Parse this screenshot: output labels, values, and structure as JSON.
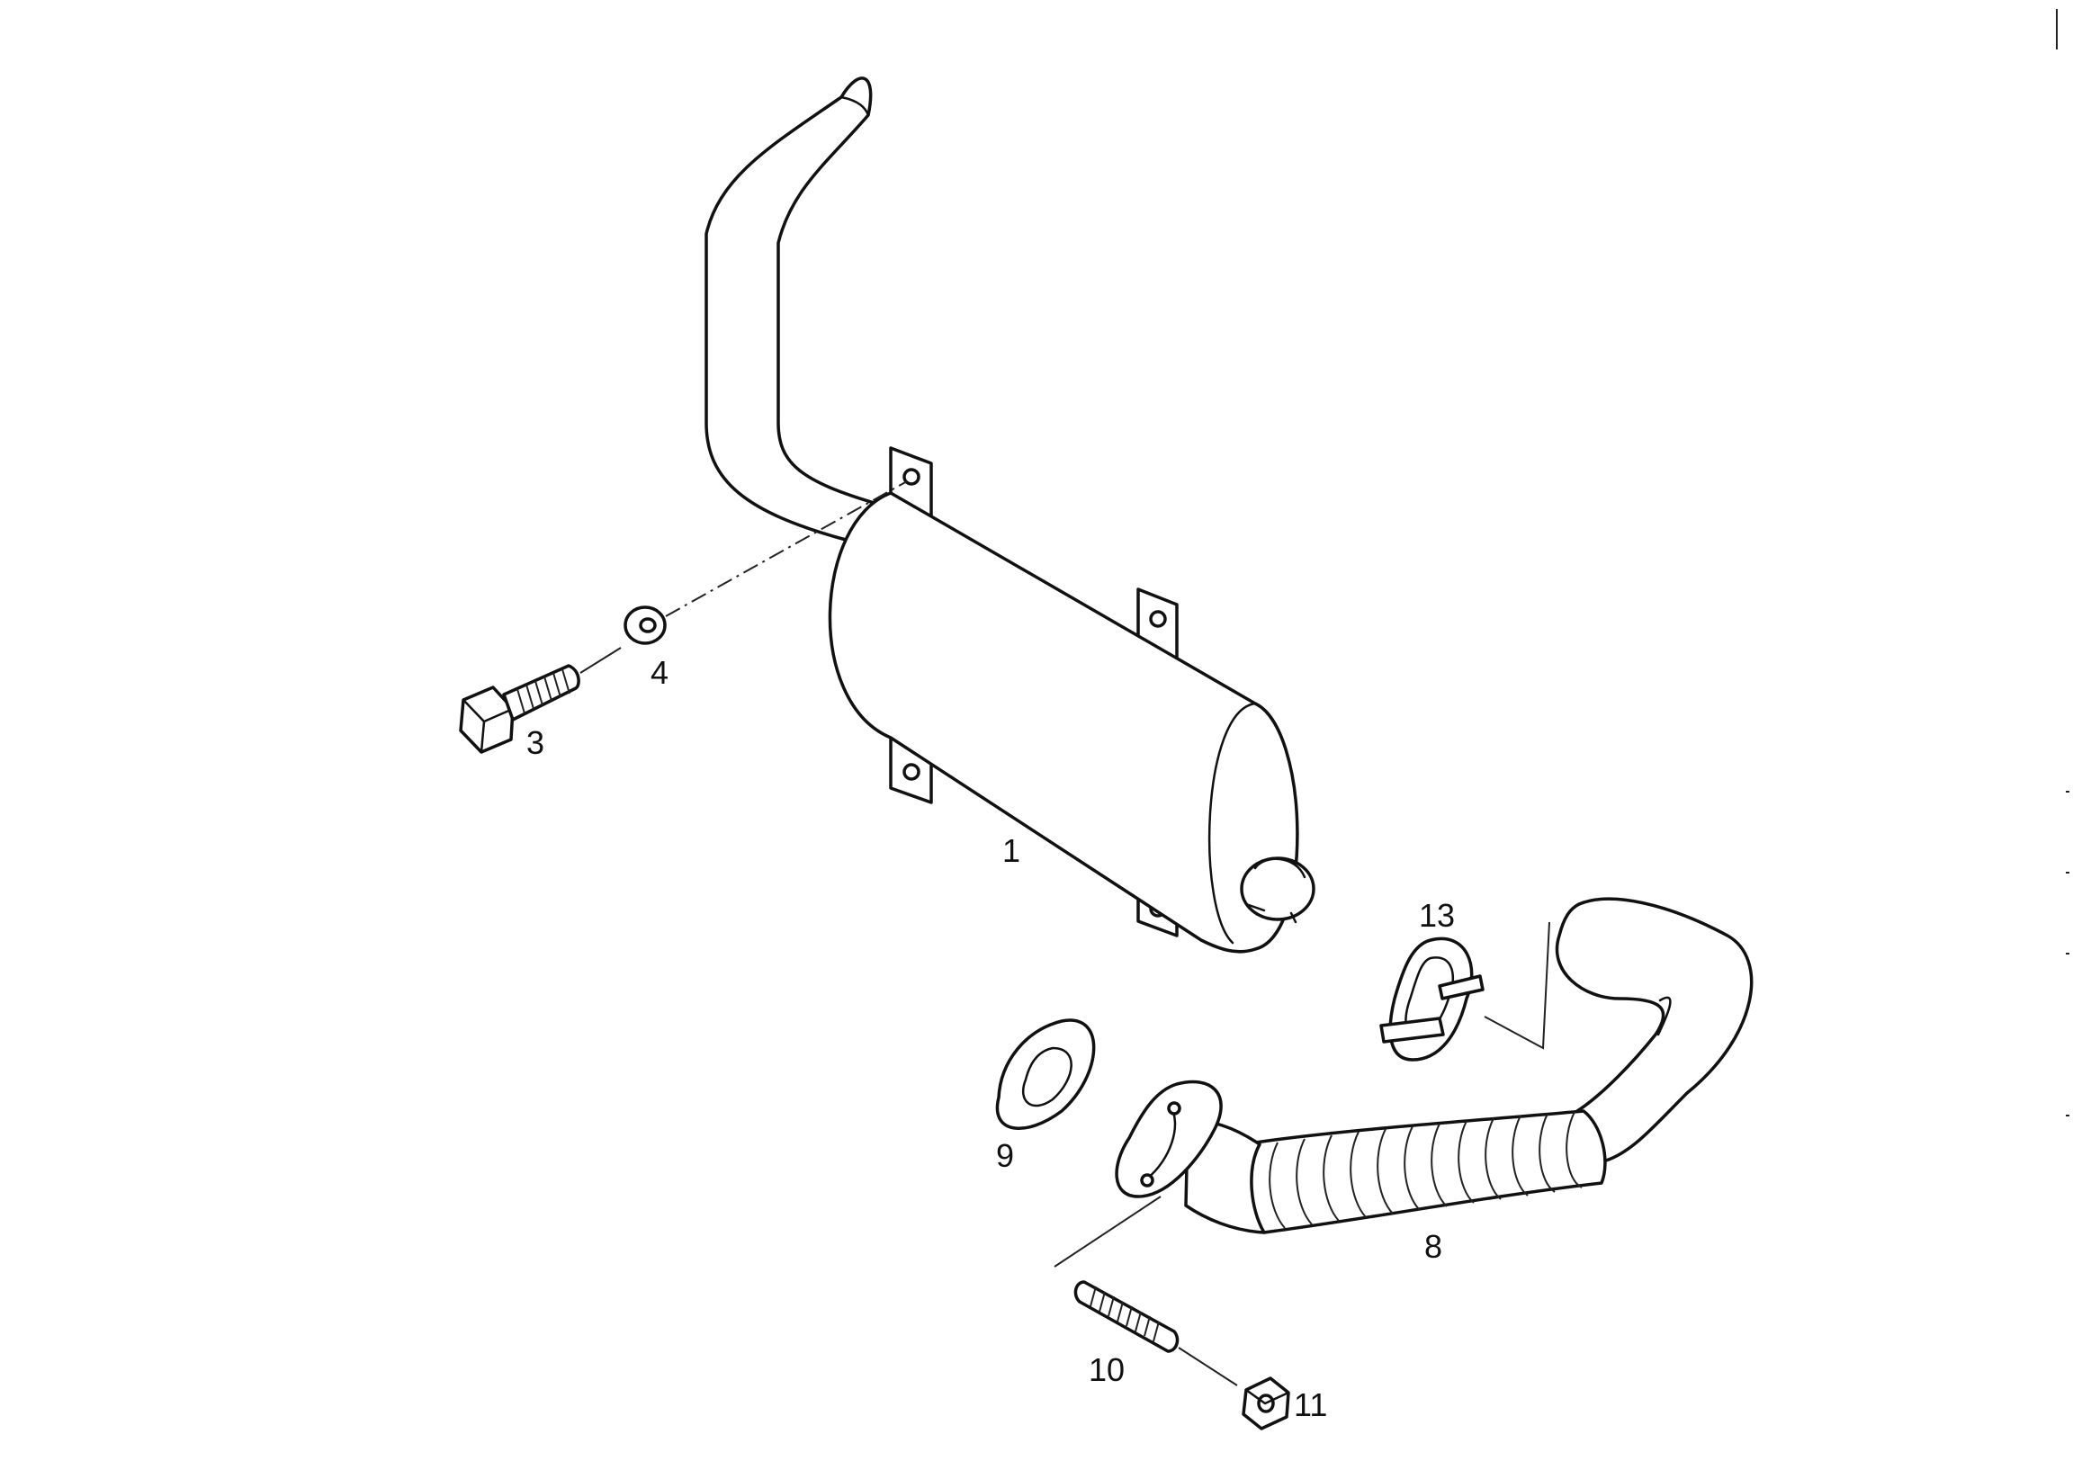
{
  "diagram": {
    "callouts": {
      "muffler": "1",
      "bolt": "3",
      "washer": "4",
      "flex_pipe": "8",
      "gasket": "9",
      "stud": "10",
      "nut": "11",
      "clamp": "13"
    }
  },
  "colors": {
    "line": "#111111",
    "background": "#ffffff"
  }
}
